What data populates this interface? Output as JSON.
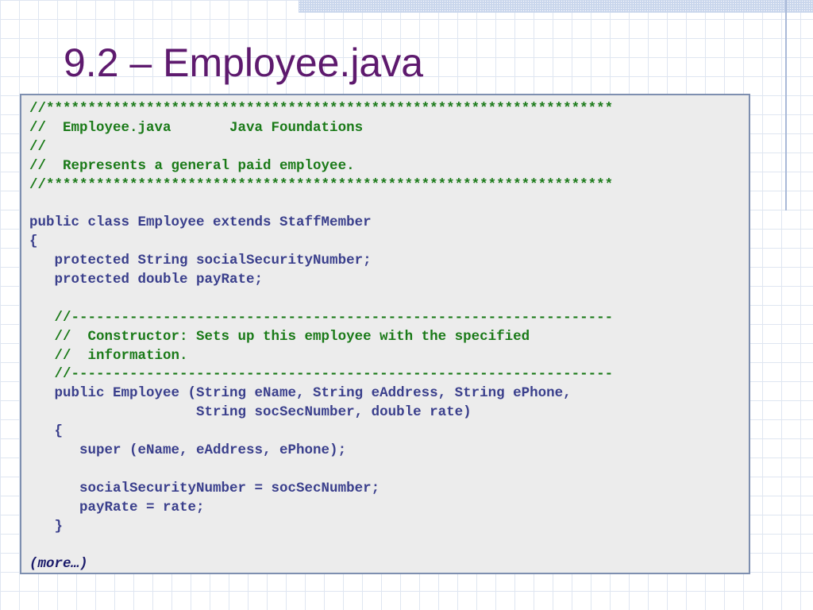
{
  "slide": {
    "title": "9.2 – Employee.java"
  },
  "code": {
    "lines": [
      {
        "text": "//********************************************************************",
        "kind": "comment"
      },
      {
        "text": "//  Employee.java       Java Foundations",
        "kind": "comment"
      },
      {
        "text": "//",
        "kind": "comment"
      },
      {
        "text": "//  Represents a general paid employee.",
        "kind": "comment"
      },
      {
        "text": "//********************************************************************",
        "kind": "comment"
      },
      {
        "text": "",
        "kind": "blank"
      },
      {
        "text": "public class Employee extends StaffMember",
        "kind": "code-line"
      },
      {
        "text": "{",
        "kind": "code-line"
      },
      {
        "text": "   protected String socialSecurityNumber;",
        "kind": "code-line"
      },
      {
        "text": "   protected double payRate;",
        "kind": "code-line"
      },
      {
        "text": "",
        "kind": "blank"
      },
      {
        "text": "   //-----------------------------------------------------------------",
        "kind": "comment"
      },
      {
        "text": "   //  Constructor: Sets up this employee with the specified",
        "kind": "comment"
      },
      {
        "text": "   //  information.",
        "kind": "comment"
      },
      {
        "text": "   //-----------------------------------------------------------------",
        "kind": "comment"
      },
      {
        "text": "   public Employee (String eName, String eAddress, String ePhone,",
        "kind": "code-line"
      },
      {
        "text": "                    String socSecNumber, double rate)",
        "kind": "code-line"
      },
      {
        "text": "   {",
        "kind": "code-line"
      },
      {
        "text": "      super (eName, eAddress, ePhone);",
        "kind": "code-line"
      },
      {
        "text": "",
        "kind": "blank"
      },
      {
        "text": "      socialSecurityNumber = socSecNumber;",
        "kind": "code-line"
      },
      {
        "text": "      payRate = rate;",
        "kind": "code-line"
      },
      {
        "text": "   }",
        "kind": "code-line"
      },
      {
        "text": "",
        "kind": "blank"
      },
      {
        "text": "(more…)",
        "kind": "more"
      }
    ]
  },
  "colors": {
    "title": "#5e1a6e",
    "comment": "#1a7a18",
    "code": "#3a3f8c",
    "box_background": "#ececec",
    "box_border": "#7e8fb0"
  }
}
